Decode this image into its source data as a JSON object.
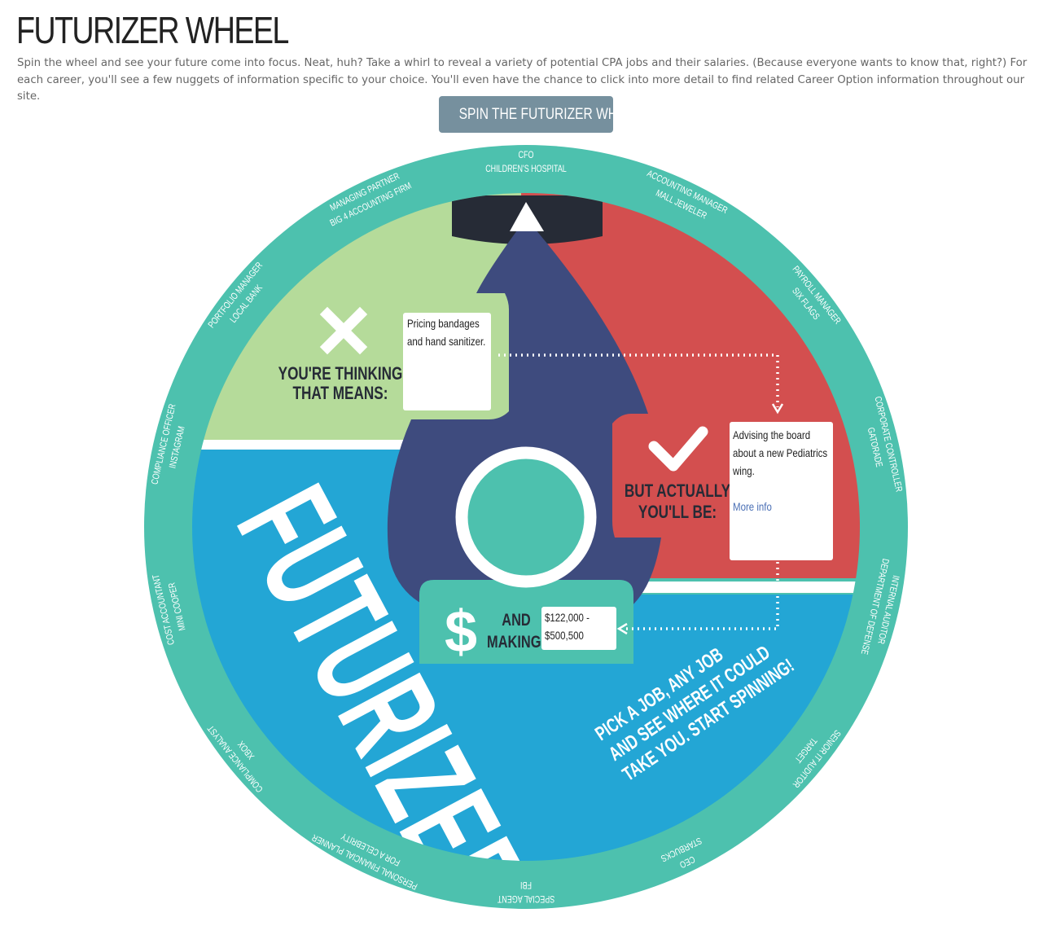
{
  "page": {
    "title": "FUTURIZER WHEEL",
    "intro": "Spin the wheel and see your future come into focus. Neat, huh? Take a whirl to reveal a variety of potential CPA jobs and their salaries. (Because everyone wants to know that, right?) For each career, you'll see a few nuggets of information specific to your choice. You'll even have the chance to click into more detail to find related Career Option information throughout our site.",
    "spin_button": "SPIN THE FUTURIZER WHEEL"
  },
  "wheel": {
    "careers": [
      {
        "title": "CFO",
        "employer": "CHILDREN'S HOSPITAL"
      },
      {
        "title": "ACCOUNTING MANAGER",
        "employer": "MALL JEWELER"
      },
      {
        "title": "PAYROLL MANAGER",
        "employer": "SIX FLAGS"
      },
      {
        "title": "CORPORATE CONTROLLER",
        "employer": "GATORADE"
      },
      {
        "title": "INTERNAL AUDITOR",
        "employer": "DEPARTMENT OF DEFENSE"
      },
      {
        "title": "SENIOR IT AUDITOR",
        "employer": "TARGET"
      },
      {
        "title": "CEO",
        "employer": "STARBUCKS"
      },
      {
        "title": "SPECIAL AGENT",
        "employer": "FBI"
      },
      {
        "title": "PERSONAL FINANCIAL PLANNER",
        "employer": "FOR A CELEBRITY"
      },
      {
        "title": "COMPLIANCE ANALYST",
        "employer": "XBOX"
      },
      {
        "title": "COST ACCOUNTANT",
        "employer": "MINI COOPER"
      },
      {
        "title": "COMPLIANCE OFFICER",
        "employer": "INSTAGRAM"
      },
      {
        "title": "PORTFOLIO MANAGER",
        "employer": "LOCAL BANK"
      },
      {
        "title": "MANAGING PARTNER",
        "employer": "BIG 4 ACCOUNTING FIRM"
      }
    ],
    "thinking_label_1": "YOU'RE THINKING",
    "thinking_label_2": "THAT MEANS:",
    "thinking_value": "Pricing bandages and hand sanitizer.",
    "actual_label_1": "BUT ACTUALLY",
    "actual_label_2": "YOU'LL BE:",
    "actual_value": "Advising the board about a new Pediatrics wing.",
    "more_info": "More info",
    "making_label_1": "AND",
    "making_label_2": "MAKING:",
    "salary": "$122,000 - $500,500",
    "dollar": "$",
    "brand": "FUTURIZER",
    "tagline_1": "PICK A JOB, ANY JOB",
    "tagline_2": "AND SEE WHERE IT COULD",
    "tagline_3": "TAKE YOU. START SPINNING!",
    "icons": {
      "pointer": "triangle-pointer-icon",
      "x": "x-mark-icon",
      "check": "checkmark-icon",
      "ring": "ring-icon"
    },
    "colors": {
      "rim": "#4dc1ae",
      "green": "#b5db9a",
      "red": "#d34f4f",
      "blue": "#23a6d5",
      "drop": "#3e4b7e",
      "dark": "#262b36",
      "center": "#4dc1ae"
    }
  }
}
